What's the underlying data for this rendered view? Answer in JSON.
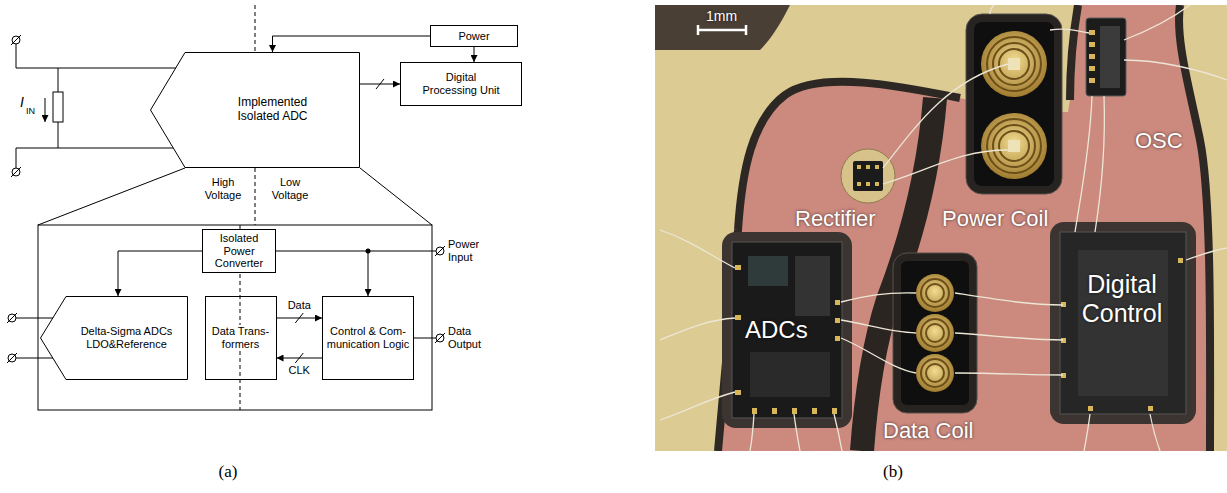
{
  "diagram": {
    "nodes": [
      {
        "text": [
          "Implemented Isolated ADC"
        ]
      },
      {
        "text": [
          "Power"
        ]
      },
      {
        "text": [
          "Digital Processing Unit"
        ]
      },
      {
        "text": [
          "Isolated Power Converter"
        ]
      },
      {
        "text": [
          "Delta-Sigma ADCs LDO&Reference"
        ]
      },
      {
        "text": [
          "Data Trans- formers"
        ]
      },
      {
        "text": [
          "Control & Com- munication Logic"
        ]
      }
    ],
    "edges": [
      {
        "from": 1,
        "to": 0,
        "arrow": "to"
      },
      {
        "from": 1,
        "to": 2,
        "arrow": "to"
      },
      {
        "from": 0,
        "to": 2,
        "arrow": "to"
      },
      {
        "from": 3,
        "to": 4,
        "arrow": "to"
      },
      {
        "from": 3,
        "to": 6,
        "arrow": "to"
      },
      {
        "from": 5,
        "to": 6,
        "label": "Data",
        "arrow": "to"
      },
      {
        "from": 6,
        "to": 5,
        "label": "CLK",
        "arrow": "to"
      }
    ],
    "labels": [
      "I",
      "IN",
      "High Voltage",
      "Low Voltage",
      "Power Input",
      "Data Output",
      "(a)",
      "1mm",
      "Rectifier",
      "Power Coil",
      "OSC",
      "ADCs",
      "Digital Control",
      "Data Coil",
      "(b)"
    ]
  }
}
